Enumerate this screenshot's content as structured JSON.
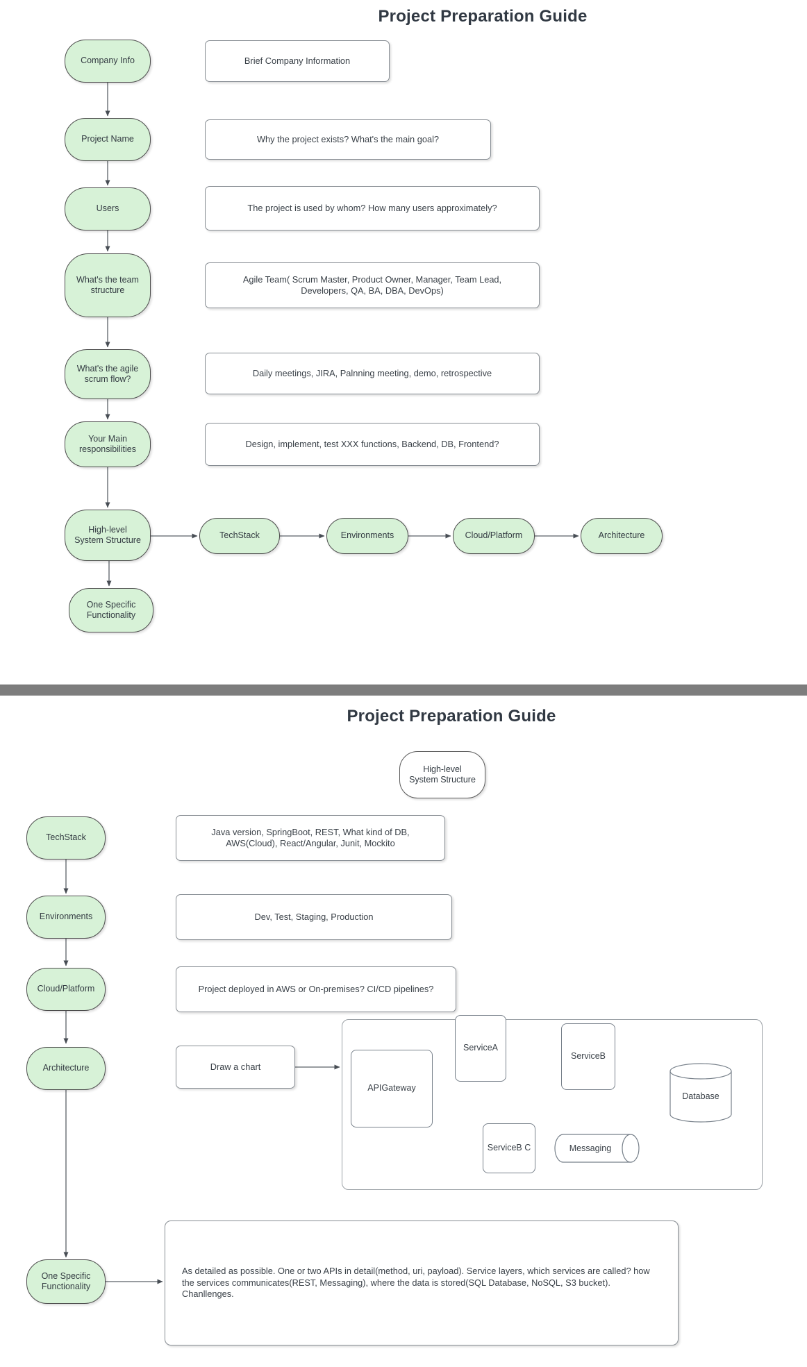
{
  "page1": {
    "title": "Project Preparation Guide",
    "nodes": [
      "Company Info",
      "Project Name",
      "Users",
      "What's the team structure",
      "What's the agile scrum flow?",
      "Your Main responsibilities",
      "High-level System Structure",
      "One Specific Functionality"
    ],
    "notes": [
      "Brief Company Information",
      "Why the project exists? What's the main goal?",
      "The project is used by whom? How many users approximately?",
      "Agile Team( Scrum Master, Product Owner, Manager, Team Lead, Developers, QA, BA, DBA, DevOps)",
      "Daily meetings, JIRA, Palnning meeting, demo, retrospective",
      "Design, implement, test XXX functions, Backend, DB, Frontend?"
    ],
    "chain": [
      "TechStack",
      "Environments",
      "Cloud/Platform",
      "Architecture"
    ]
  },
  "page2": {
    "title": "Project Preparation Guide",
    "top_node": "High-level System Structure",
    "nodes": [
      "TechStack",
      "Environments",
      "Cloud/Platform",
      "Architecture",
      "One Specific Functionality"
    ],
    "notes": [
      "Java version, SpringBoot, REST, What kind of DB, AWS(Cloud), React/Angular, Junit, Mockito",
      "Dev, Test, Staging, Production",
      "Project deployed in AWS or On-premises? CI/CD pipelines?",
      "Draw a chart"
    ],
    "architecture": {
      "api_gateway": "APIGateway",
      "service_a": "ServiceA",
      "service_b": "ServiceB",
      "service_bc": "ServiceB C",
      "messaging": "Messaging",
      "database": "Database"
    },
    "detail_note": "As detailed as possible. One or two APIs in detail(method, uri, payload). Service layers, which services are called? how the services communicates(REST, Messaging), where the data is stored(SQL Database, NoSQL, S3 bucket). Chanllenges."
  },
  "colors": {
    "node_fill": "#d7f2d7",
    "node_border": "#4c4c4c",
    "box_border": "#878d93",
    "title_text": "#313943",
    "body_text": "#3a4148",
    "arrow": "#474d54",
    "divider": "#7d7d7d",
    "background": "#ffffff"
  }
}
